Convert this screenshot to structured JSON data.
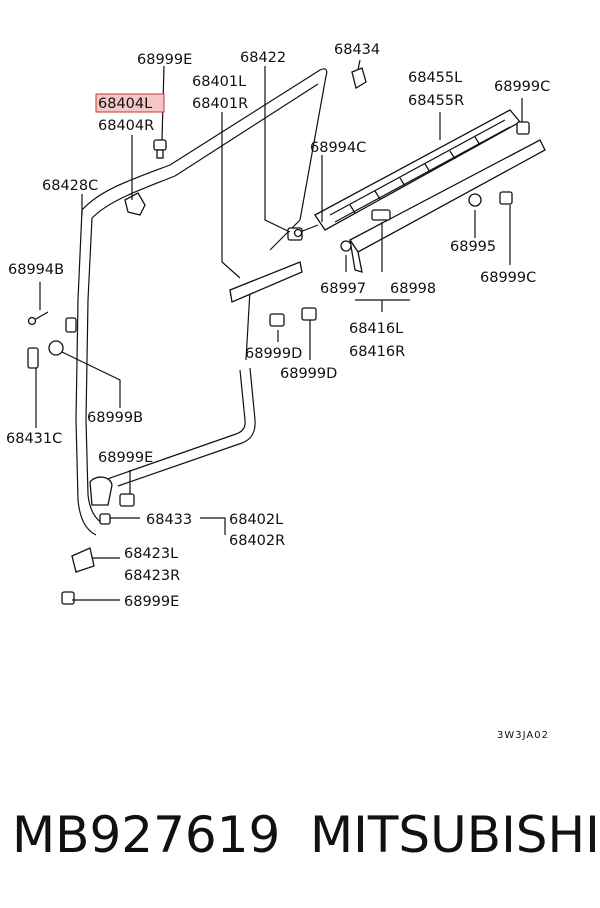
{
  "callouts": {
    "c68999E_top": "68999E",
    "c68404L": "68404L",
    "c68404R": "68404R",
    "c68422": "68422",
    "c68401L": "68401L",
    "c68401R": "68401R",
    "c68434": "68434",
    "c68455L": "68455L",
    "c68455R": "68455R",
    "c68999C_top": "68999C",
    "c68994C": "68994C",
    "c68428C": "68428C",
    "c68994B": "68994B",
    "c68995": "68995",
    "c68999C_bot": "68999C",
    "c68997": "68997",
    "c68998": "68998",
    "c68416L": "68416L",
    "c68416R": "68416R",
    "c68999D_a": "68999D",
    "c68999D_b": "68999D",
    "c68999B": "68999B",
    "c68431C": "68431C",
    "c68999E_mid": "68999E",
    "c68433": "68433",
    "c68402L": "68402L",
    "c68402R": "68402R",
    "c68423L": "68423L",
    "c68423R": "68423R",
    "c68999E_bot": "68999E"
  },
  "diagram_code": "3W3JA02",
  "footer": {
    "part_number": "MB927619",
    "brand": "MITSUBISHI"
  },
  "colors": {
    "highlight": "#f4c6c6",
    "highlight_border": "#c0392b"
  }
}
